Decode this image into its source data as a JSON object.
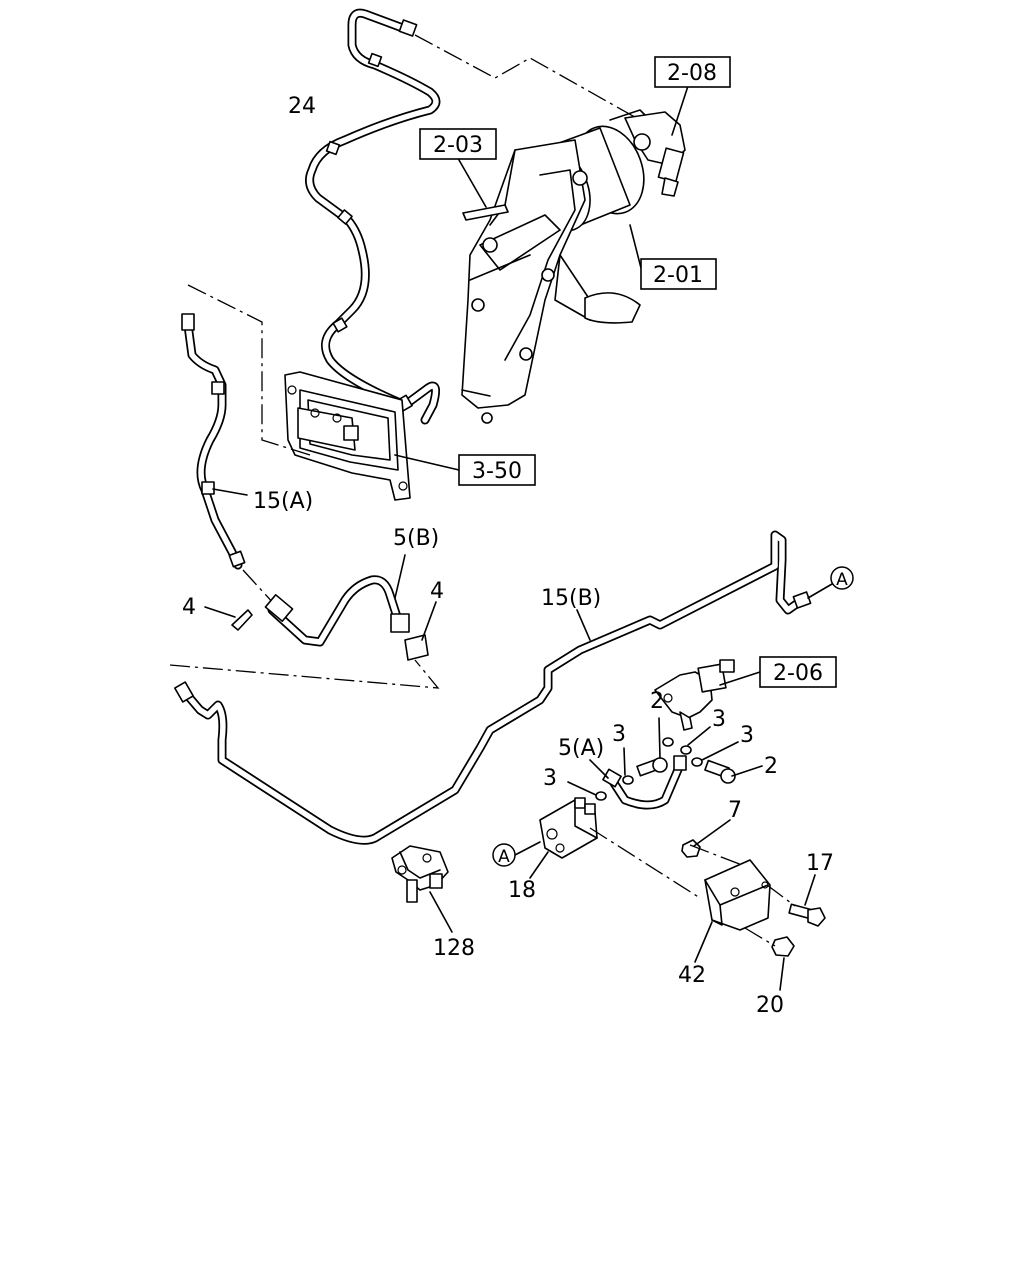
{
  "references": {
    "r208": "2-08",
    "r203": "2-03",
    "r201": "2-01",
    "r350": "3-50",
    "r206": "2-06"
  },
  "callouts": {
    "c24": "24",
    "c15a": "15(A)",
    "c5b": "5(B)",
    "c4_left": "4",
    "c4_right": "4",
    "c15b": "15(B)",
    "c2_top": "2",
    "c3_a": "3",
    "c3_b": "3",
    "c5a": "5(A)",
    "c3_c": "3",
    "c3_d": "3",
    "c2_right": "2",
    "c7": "7",
    "c17": "17",
    "c18": "18",
    "c42": "42",
    "c20": "20",
    "c128": "128"
  },
  "markers": {
    "a_right": "A",
    "a_left": "A"
  }
}
